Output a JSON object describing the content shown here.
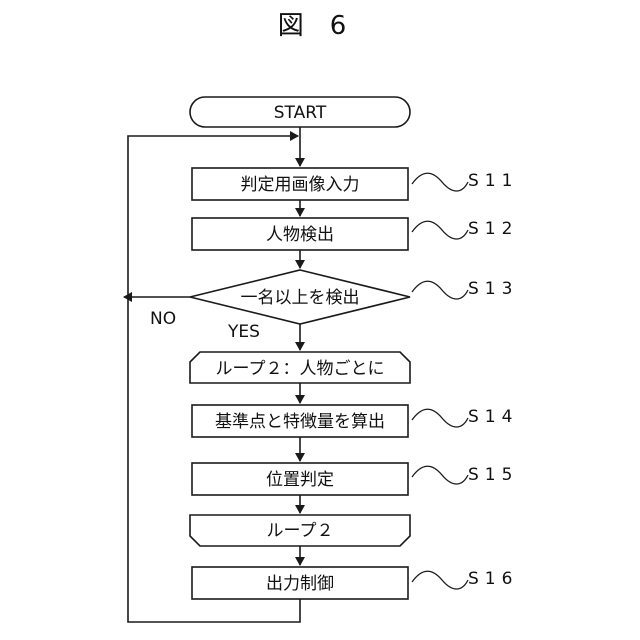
{
  "figure": {
    "title": "図　6"
  },
  "nodes": {
    "start": "START",
    "s11": "判定用画像入力",
    "s12": "人物検出",
    "s13": "一名以上を検出",
    "loop_start": "ループ２：人物ごとに",
    "s14": "基準点と特徴量を算出",
    "s15": "位置判定",
    "loop_end": "ループ２",
    "s16": "出力制御"
  },
  "branches": {
    "no": "NO",
    "yes": "YES"
  },
  "step_labels": {
    "s11": "S11",
    "s12": "S12",
    "s13": "S13",
    "s14": "S14",
    "s15": "S15",
    "s16": "S16"
  }
}
